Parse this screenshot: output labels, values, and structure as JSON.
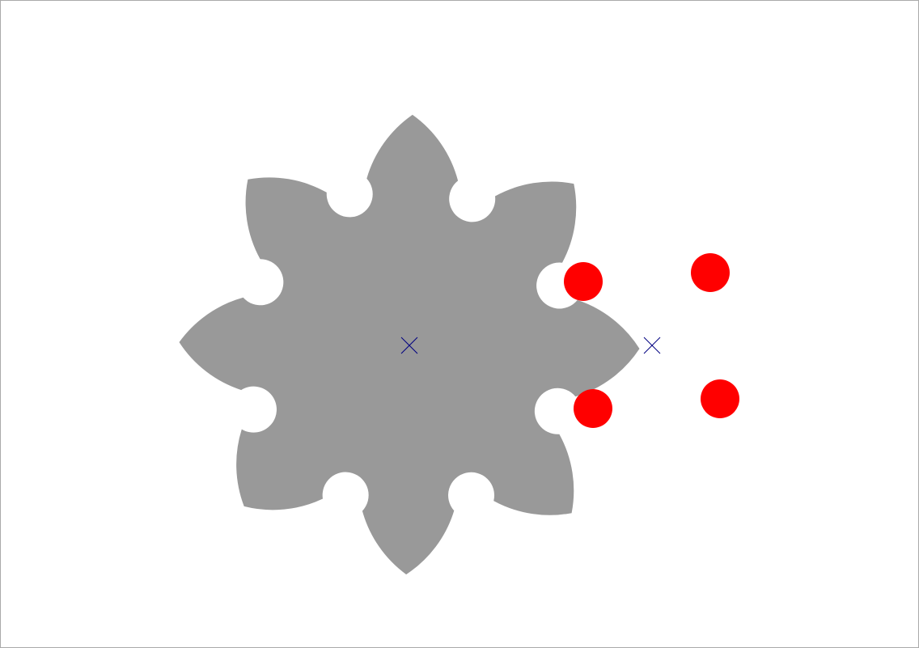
{
  "diagram": {
    "kind": "geneva-drive-mechanism",
    "wheel": {
      "slot_count": 8,
      "color": "#999999"
    },
    "drive_pins": {
      "count": 4,
      "color": "#ff0000"
    },
    "center_markers": {
      "count": 2,
      "icon": "cross-icon",
      "color": "#000080"
    },
    "background": "#ffffff",
    "frame_border": "#aaaaaa"
  }
}
